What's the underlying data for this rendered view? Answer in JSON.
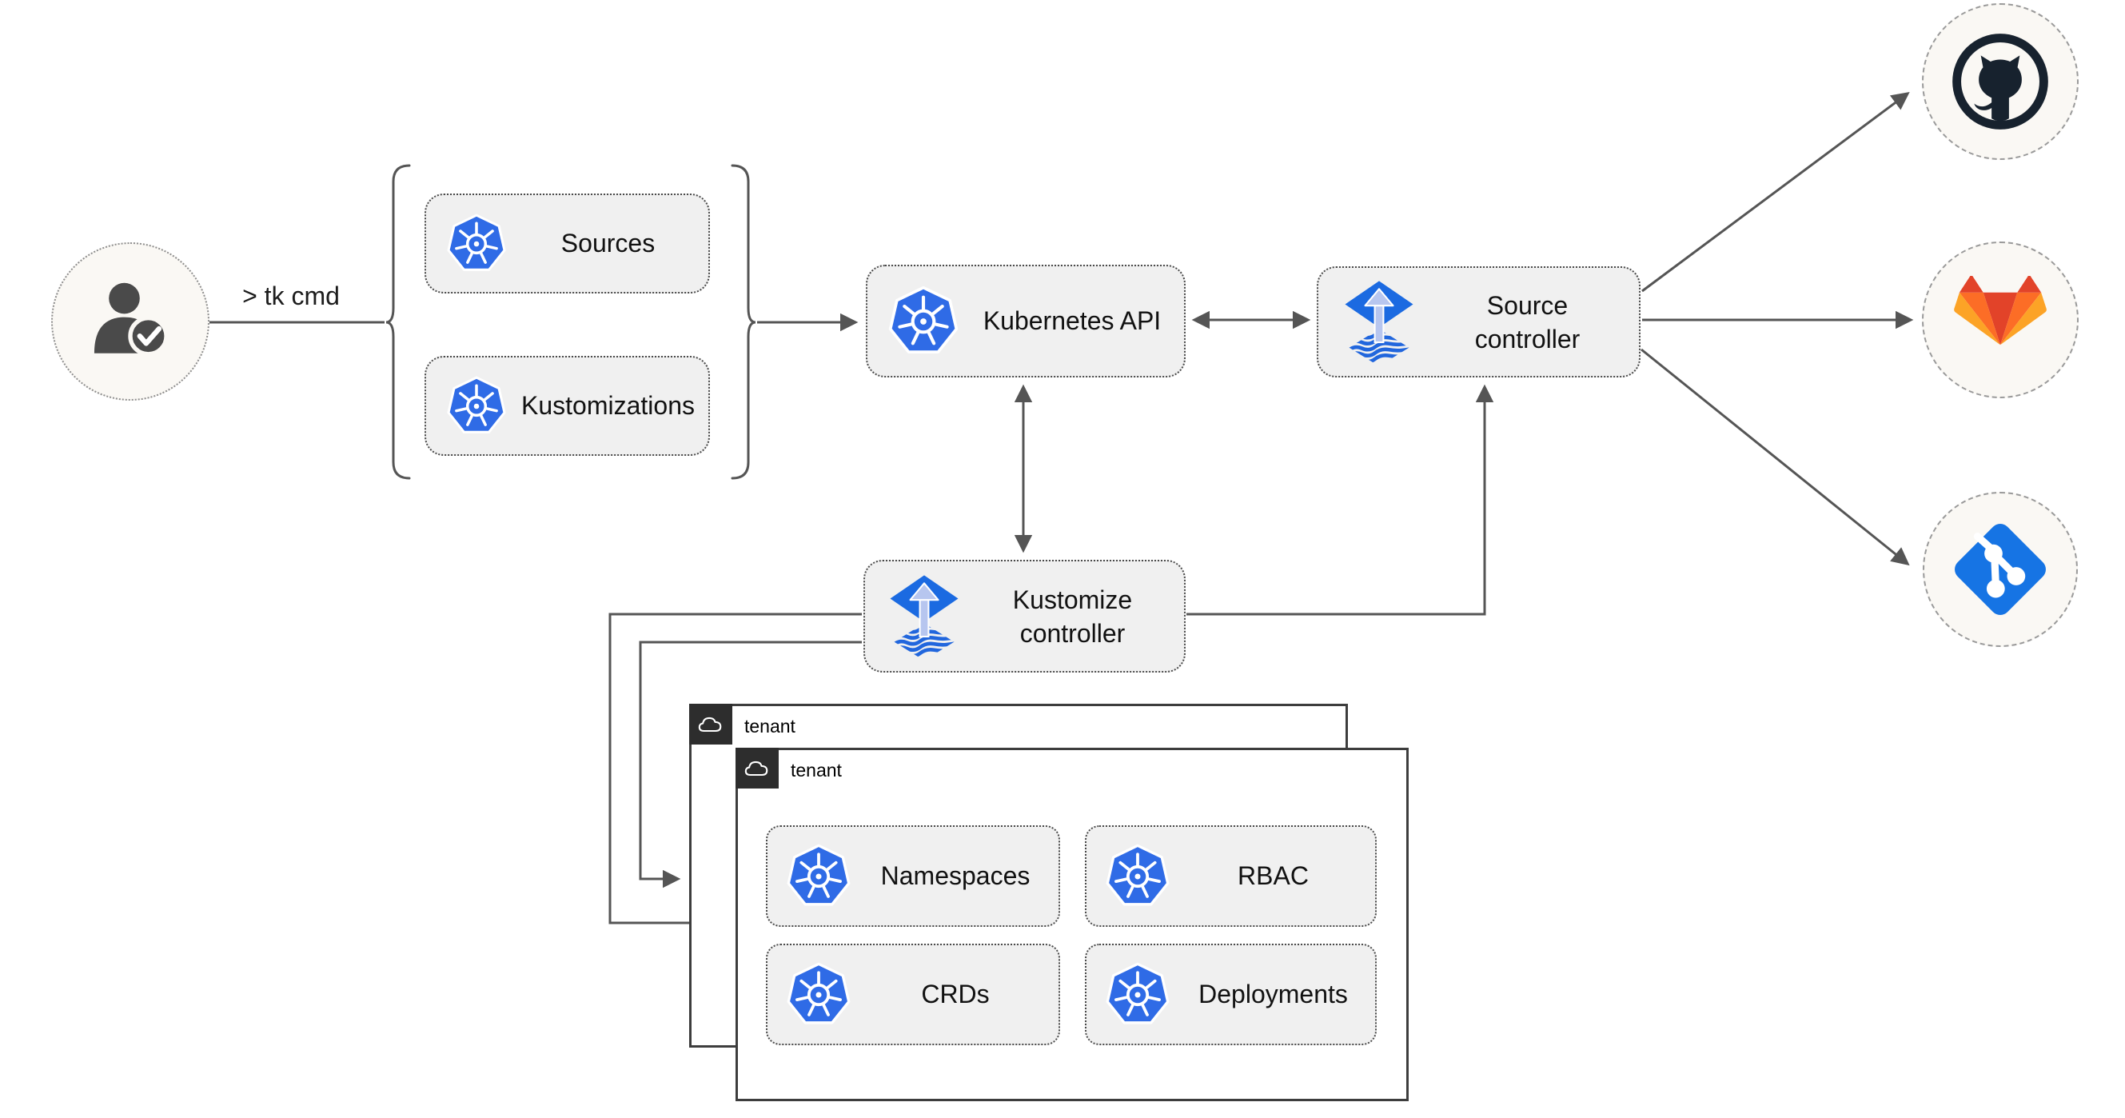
{
  "cli_label": "> tk cmd",
  "boxes": {
    "sources": {
      "label": "Sources",
      "icon": "kubernetes-wheel-icon"
    },
    "kustomizations": {
      "label": "Kustomizations",
      "icon": "kubernetes-wheel-icon"
    },
    "kubernetes_api": {
      "label": "Kubernetes API",
      "icon": "kubernetes-wheel-icon"
    },
    "source_controller": {
      "line1": "Source",
      "line2": "controller",
      "icon": "flux-icon"
    },
    "kustomize_controller": {
      "line1": "Kustomize",
      "line2": "controller",
      "icon": "flux-icon"
    },
    "namespaces": {
      "label": "Namespaces",
      "icon": "kubernetes-wheel-icon"
    },
    "rbac": {
      "label": "RBAC",
      "icon": "kubernetes-wheel-icon"
    },
    "crds": {
      "label": "CRDs",
      "icon": "kubernetes-wheel-icon"
    },
    "deployments": {
      "label": "Deployments",
      "icon": "kubernetes-wheel-icon"
    }
  },
  "tenants": {
    "back": {
      "label": "tenant",
      "icon": "cloud-icon"
    },
    "front": {
      "label": "tenant",
      "icon": "cloud-icon"
    }
  },
  "endpoints": {
    "user": {
      "icon": "user-check-icon"
    },
    "github": {
      "icon": "github-octocat-icon"
    },
    "gitlab": {
      "icon": "gitlab-tanuki-icon"
    },
    "git": {
      "icon": "git-branch-icon"
    }
  },
  "edges": [
    {
      "from": "user",
      "to": "crd-bracket-group",
      "style": "line"
    },
    {
      "from": "crd-bracket-group",
      "to": "kubernetes-api",
      "style": "arrow"
    },
    {
      "from": "kubernetes-api",
      "to": "source-controller",
      "style": "double-arrow"
    },
    {
      "from": "kubernetes-api",
      "to": "kustomize-controller",
      "style": "double-arrow"
    },
    {
      "from": "kustomize-controller",
      "to": "source-controller",
      "style": "arrow"
    },
    {
      "from": "source-controller",
      "to": "github",
      "style": "arrow"
    },
    {
      "from": "source-controller",
      "to": "gitlab",
      "style": "arrow"
    },
    {
      "from": "source-controller",
      "to": "git",
      "style": "arrow"
    },
    {
      "from": "kustomize-controller",
      "to": "tenant-front",
      "style": "arrow"
    },
    {
      "from": "kustomize-controller",
      "to": "tenant-back",
      "style": "arrow"
    }
  ],
  "colors": {
    "kubernetes_blue": "#2f6be6",
    "flux_blue": "#1b6ae1",
    "flux_arrow_light": "#b7c6ef",
    "flux_stripe_blue": "#2166dd",
    "github_dark": "#17222e",
    "gitlab_red": "#e24329",
    "gitlab_orange": "#fc6d26",
    "gitlab_amber": "#fca326",
    "git_blue": "#1674e4",
    "arrow_gray": "#555555",
    "box_fill": "#f0f0f0",
    "circle_fill": "#faf8f4",
    "tenant_tab_dark": "#2d2d2d"
  }
}
